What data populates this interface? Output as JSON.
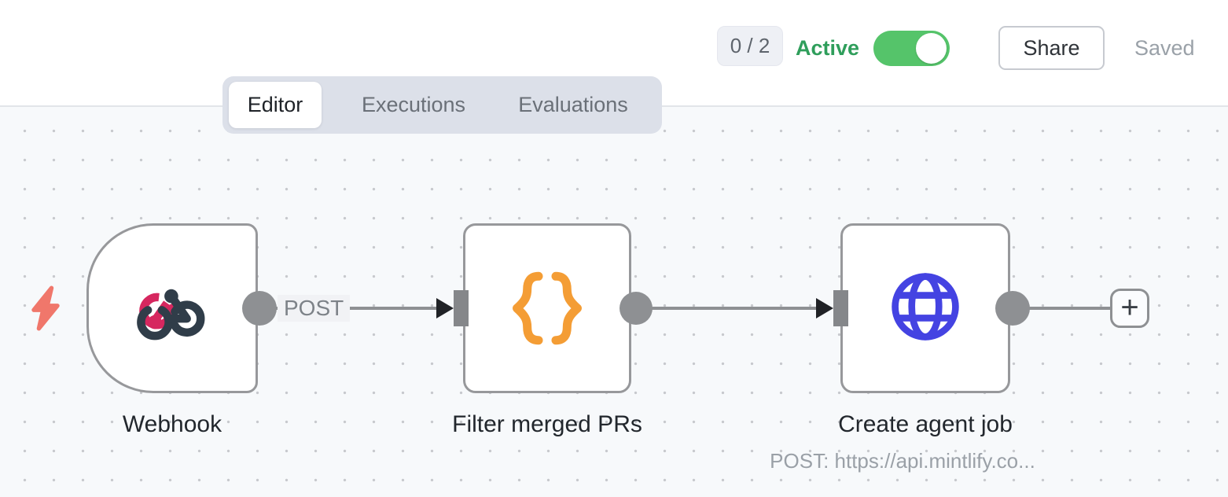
{
  "header": {
    "counter_badge": "0 / 2",
    "active_label": "Active",
    "active_toggle_state": "on",
    "share_button_label": "Share",
    "save_status": "Saved"
  },
  "tabs": {
    "items": [
      {
        "label": "Editor",
        "active": true
      },
      {
        "label": "Executions",
        "active": false
      },
      {
        "label": "Evaluations",
        "active": false
      }
    ]
  },
  "canvas": {
    "nodes": [
      {
        "title": "Webhook",
        "type": "webhook-trigger",
        "icon": "webhook-icon",
        "output_connection_label": "POST"
      },
      {
        "title": "Filter merged PRs",
        "type": "code",
        "icon": "code-braces-icon"
      },
      {
        "title": "Create agent job",
        "type": "http-request",
        "icon": "globe-icon",
        "subtitle": "POST: https://api.mintlify.co..."
      }
    ],
    "add_node_button_label": "+"
  },
  "colors": {
    "active_green": "#2f9e5b",
    "toggle_green": "#55c46a",
    "webhook_pink": "#d6275f",
    "webhook_slate": "#303d49",
    "braces_orange": "#f49d35",
    "globe_blue": "#4443e2",
    "bolt_salmon": "#f0776b",
    "connector_gray": "#8e9093",
    "node_border_gray": "#97989b",
    "canvas_bg": "#f7f9fb"
  }
}
